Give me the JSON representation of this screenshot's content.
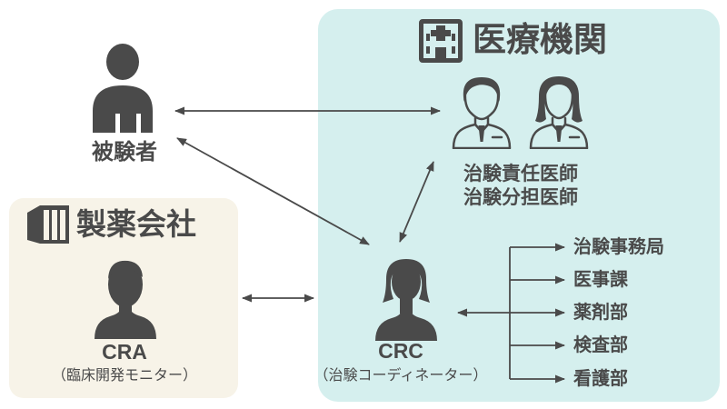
{
  "colors": {
    "ink": "#4a4a4a",
    "medical_box_bg": "#d5efee",
    "pharma_box_bg": "#f7f3e8",
    "background": "#ffffff"
  },
  "subject": {
    "label": "被験者"
  },
  "pharma": {
    "title": "製薬会社",
    "cra": {
      "name": "CRA",
      "subtitle": "（臨床開発モニター）"
    }
  },
  "medical": {
    "title": "医療機関",
    "doctors": {
      "line1": "治験責任医師",
      "line2": "治験分担医師"
    },
    "crc": {
      "name": "CRC",
      "subtitle": "（治験コーディネーター）"
    },
    "departments": [
      "治験事務局",
      "医事課",
      "薬剤部",
      "検査部",
      "看護部"
    ]
  }
}
